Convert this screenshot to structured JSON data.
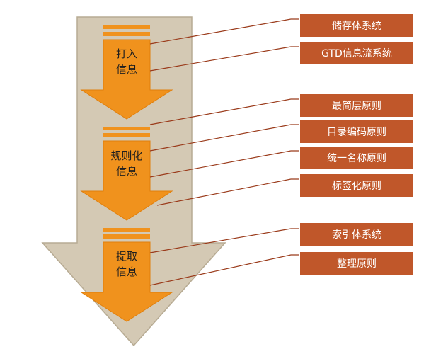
{
  "colors": {
    "big_arrow_fill": "#d4c9b4",
    "big_arrow_stroke": "#b7ab93",
    "stage_arrow_fill": "#f0921d",
    "stage_arrow_stroke": "#e07f0c",
    "box_fill": "#c0572a",
    "box_border": "#ffffff",
    "connector": "#9a3a1a"
  },
  "stages": [
    {
      "id": "input",
      "label_lines": [
        "打入",
        "信息"
      ]
    },
    {
      "id": "normalize",
      "label_lines": [
        "规则化",
        "信息"
      ]
    },
    {
      "id": "extract",
      "label_lines": [
        "提取",
        "信息"
      ]
    }
  ],
  "boxes": [
    {
      "id": "storage-system",
      "label": "储存体系统",
      "stage": "input"
    },
    {
      "id": "gtd-flow-system",
      "label": "GTD信息流系统",
      "stage": "input"
    },
    {
      "id": "simplest-layer-principle",
      "label": "最简层原则",
      "stage": "normalize"
    },
    {
      "id": "catalog-coding-principle",
      "label": "目录编码原则",
      "stage": "normalize"
    },
    {
      "id": "unified-naming-principle",
      "label": "统一名称原则",
      "stage": "normalize"
    },
    {
      "id": "tagging-principle",
      "label": "标签化原则",
      "stage": "normalize"
    },
    {
      "id": "index-system",
      "label": "索引体系统",
      "stage": "extract"
    },
    {
      "id": "organize-principle",
      "label": "整理原则",
      "stage": "extract"
    }
  ]
}
